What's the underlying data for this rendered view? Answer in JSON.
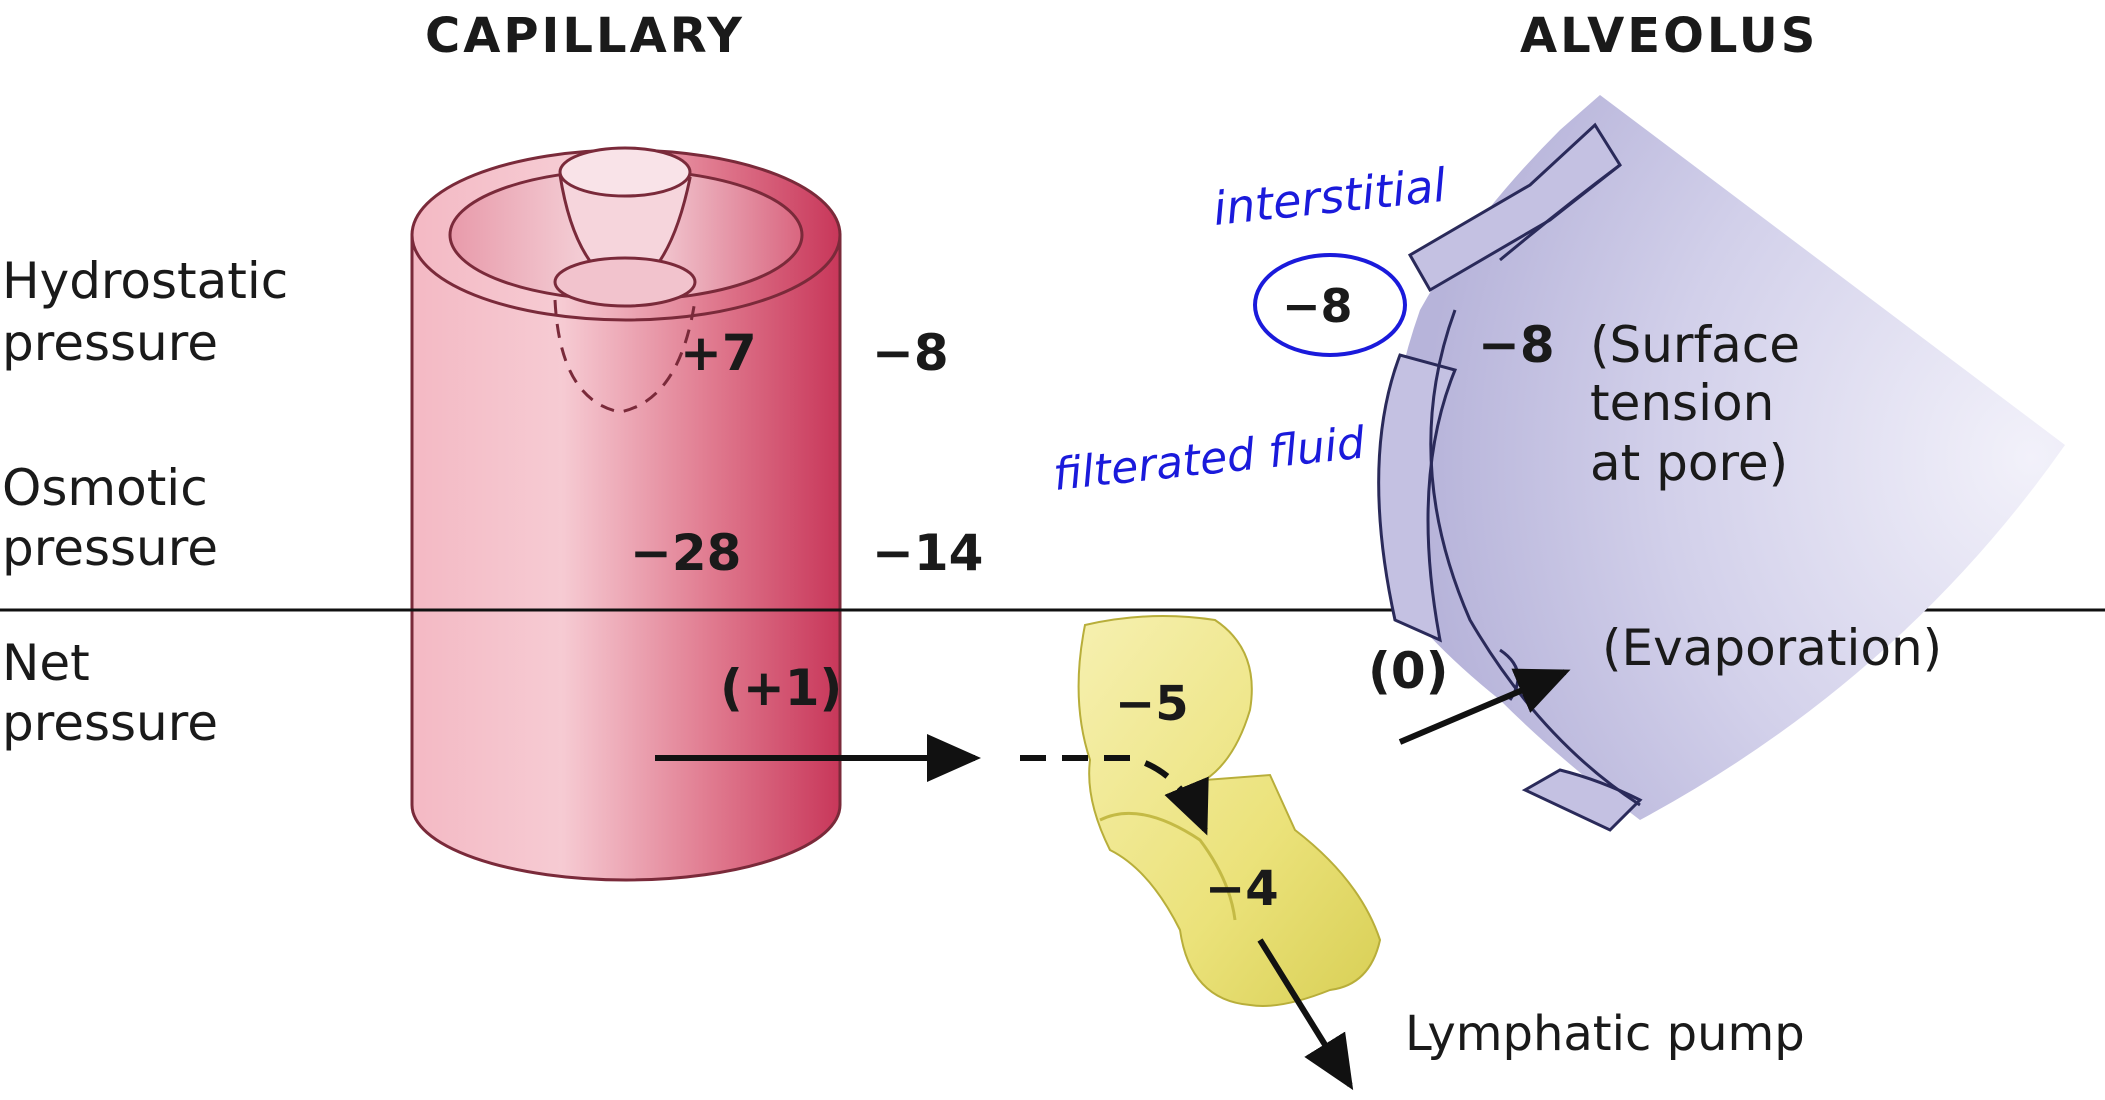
{
  "headers": {
    "capillary": "CAPILLARY",
    "alveolus": "ALVEOLUS"
  },
  "row_labels": {
    "hydrostatic_line1": "Hydrostatic",
    "hydrostatic_line2": "pressure",
    "osmotic_line1": "Osmotic",
    "osmotic_line2": "pressure",
    "net_line1": "Net",
    "net_line2": "pressure"
  },
  "values": {
    "capillary_hydrostatic": "+7",
    "interstitial_hydrostatic": "−8",
    "capillary_osmotic": "−28",
    "interstitial_osmotic": "−14",
    "capillary_net": "(+1)",
    "alveolus_net": "(0)",
    "alveolus_hydrostatic": "−8",
    "lymph_upper": "−5",
    "lymph_lower": "−4"
  },
  "alveolus_note": {
    "line1": "(Surface",
    "line2": "tension",
    "line3": "at pore)"
  },
  "evaporation": "(Evaporation)",
  "lymphatic": "Lymphatic pump",
  "handwritten": {
    "interstitial": "interstitial",
    "value": "−8",
    "filtered": "filterated fluid"
  },
  "colors": {
    "capillary": "#d44a66",
    "lymph": "#ece680",
    "alveolus": "#c8c6e4",
    "ink": "#1a1adb"
  }
}
